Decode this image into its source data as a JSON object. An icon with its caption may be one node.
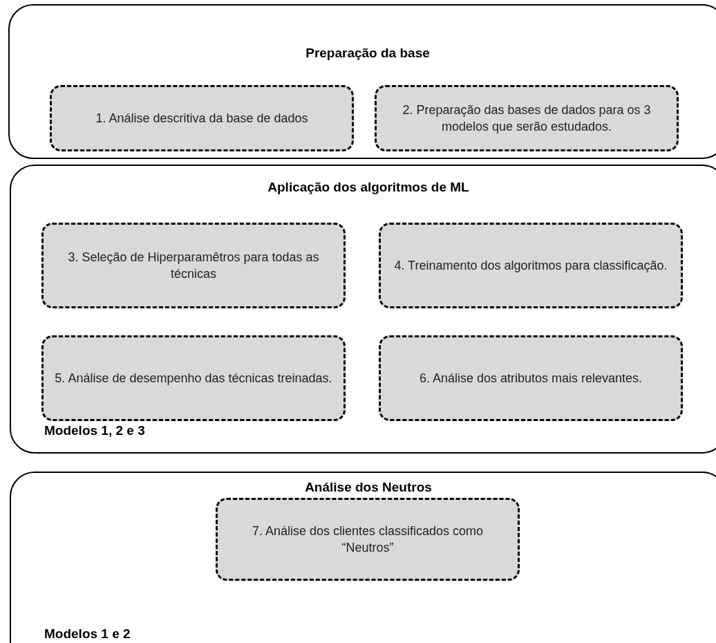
{
  "diagram": {
    "nodes": [
      {
        "text": [
          "Preparação da base"
        ]
      },
      {
        "text": [
          "1. Análise descritiva da base de dados"
        ],
        "in": 0
      },
      {
        "text": [
          "2. Preparação das bases de dados para os 3 modelos que serão estudados."
        ],
        "in": 0
      },
      {
        "text": [
          "Aplicação dos algoritmos de ML",
          "Modelos 1, 2 e 3"
        ]
      },
      {
        "text": [
          "3. Seleção de Hiperparamêtros para todas as técnicas"
        ],
        "in": 3
      },
      {
        "text": [
          "4. Treinamento dos algoritmos para classificação."
        ],
        "in": 3
      },
      {
        "text": [
          "5. Análise de desempenho das técnicas treinadas."
        ],
        "in": 3
      },
      {
        "text": [
          "6. Análise dos atributos mais relevantes."
        ],
        "in": 3
      },
      {
        "text": [
          "Análise dos Neutros",
          "Modelos 1 e 2"
        ]
      },
      {
        "text": [
          "7. Análise dos clientes classificados como “Neutros”"
        ],
        "in": 8
      }
    ]
  }
}
